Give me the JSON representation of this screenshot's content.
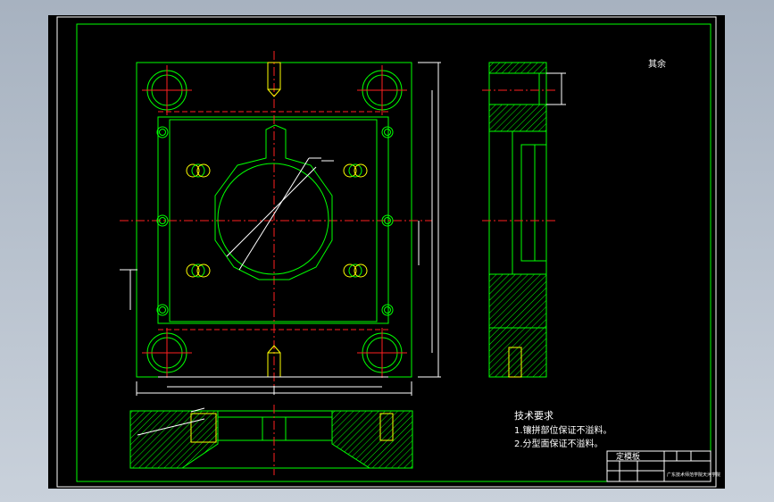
{
  "drawing": {
    "note_top_right": "其余",
    "tech_title": "技术要求",
    "tech_items": [
      "1.镶拼部位保证不溢料。",
      "2.分型面保证不溢料。"
    ],
    "title_block": {
      "part_name": "定模板",
      "institution": "广东技术师范学院天河学院"
    },
    "colors": {
      "background": "#000000",
      "outline": "#00ff00",
      "centerline": "#ff2020",
      "dimension": "#ffffff",
      "highlight": "#ffff00"
    }
  }
}
